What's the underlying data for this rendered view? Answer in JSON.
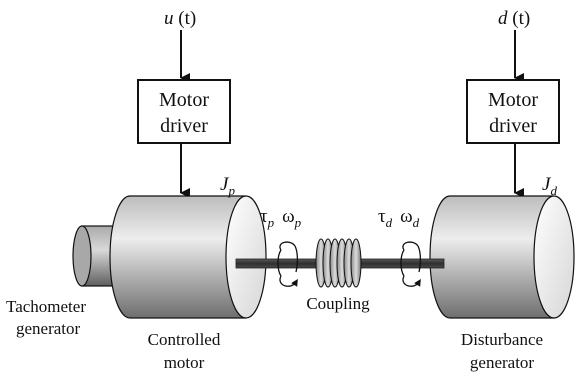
{
  "left_input": {
    "var": "u",
    "arg": "(t)"
  },
  "right_input": {
    "var": "d",
    "arg": "(t)"
  },
  "left_driver": {
    "line1": "Motor",
    "line2": "driver"
  },
  "right_driver": {
    "line1": "Motor",
    "line2": "driver"
  },
  "left_inertia": {
    "base": "J",
    "sub": "p"
  },
  "right_inertia": {
    "base": "J",
    "sub": "d"
  },
  "left_torque": {
    "tau": "τ",
    "tau_sub": "p",
    "omega": "ω",
    "omega_sub": "p"
  },
  "right_torque": {
    "tau": "τ",
    "tau_sub": "d",
    "omega": "ω",
    "omega_sub": "d"
  },
  "labels": {
    "tachometer_1": "Tachometer",
    "tachometer_2": "generator",
    "controlled_1": "Controlled",
    "controlled_2": "motor",
    "coupling": "Coupling",
    "disturbance_1": "Disturbance",
    "disturbance_2": "generator"
  },
  "colors": {
    "stroke": "#111111",
    "body_light": "#e8e8e8",
    "body_dark": "#6a6a6a",
    "shaft": "#444444"
  }
}
